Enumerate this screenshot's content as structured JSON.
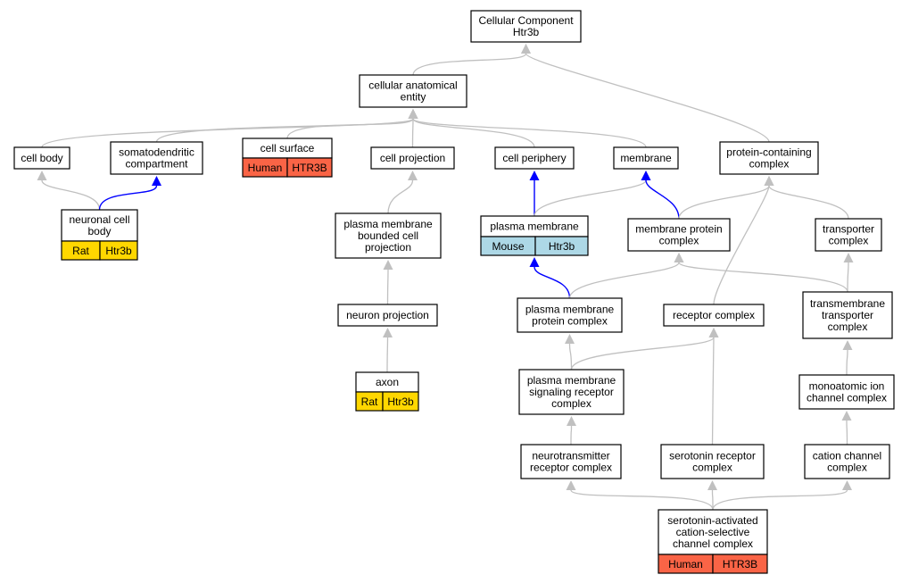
{
  "colors": {
    "human": "#fa6446",
    "rat": "#ffd700",
    "mouse": "#add8e6",
    "edge_default": "#c0c0c0",
    "edge_highlight": "#0000ff"
  },
  "nodes": {
    "root": {
      "lines": [
        "Cellular Component",
        "Htr3b"
      ]
    },
    "cae": {
      "lines": [
        "cellular anatomical",
        "entity"
      ]
    },
    "cellbody": {
      "lines": [
        "cell body"
      ]
    },
    "somato": {
      "lines": [
        "somatodendritic",
        "compartment"
      ]
    },
    "surface": {
      "lines": [
        "cell surface"
      ],
      "annotation": [
        "Human",
        "HTR3B"
      ]
    },
    "cellproj": {
      "lines": [
        "cell projection"
      ]
    },
    "periphery": {
      "lines": [
        "cell periphery"
      ]
    },
    "membrane": {
      "lines": [
        "membrane"
      ]
    },
    "protcont": {
      "lines": [
        "protein-containing",
        "complex"
      ]
    },
    "neuronbody": {
      "lines": [
        "neuronal cell",
        "body"
      ],
      "annotation": [
        "Rat",
        "Htr3b"
      ]
    },
    "pmbcp": {
      "lines": [
        "plasma membrane",
        "bounded cell",
        "projection"
      ]
    },
    "pm": {
      "lines": [
        "plasma membrane"
      ],
      "annotation": [
        "Mouse",
        "Htr3b"
      ]
    },
    "mpc": {
      "lines": [
        "membrane protein",
        "complex"
      ]
    },
    "transporter": {
      "lines": [
        "transporter",
        "complex"
      ]
    },
    "neuronproj": {
      "lines": [
        "neuron projection"
      ]
    },
    "pmpc": {
      "lines": [
        "plasma membrane",
        "protein complex"
      ]
    },
    "receptor": {
      "lines": [
        "receptor complex"
      ]
    },
    "tmtc": {
      "lines": [
        "transmembrane",
        "transporter",
        "complex"
      ]
    },
    "axon": {
      "lines": [
        "axon"
      ],
      "annotation": [
        "Rat",
        "Htr3b"
      ]
    },
    "pmsrc": {
      "lines": [
        "plasma membrane",
        "signaling receptor",
        "complex"
      ]
    },
    "monoion": {
      "lines": [
        "monoatomic ion",
        "channel complex"
      ]
    },
    "neurotrans": {
      "lines": [
        "neurotransmitter",
        "receptor complex"
      ]
    },
    "serorec": {
      "lines": [
        "serotonin receptor",
        "complex"
      ]
    },
    "cation": {
      "lines": [
        "cation channel",
        "complex"
      ]
    },
    "serotonin": {
      "lines": [
        "serotonin-activated",
        "cation-selective",
        "channel complex"
      ],
      "annotation": [
        "Human",
        "HTR3B"
      ]
    }
  },
  "edges": [
    {
      "from": "cae",
      "to": "root",
      "color": "gray"
    },
    {
      "from": "protcont",
      "to": "root",
      "color": "gray"
    },
    {
      "from": "cellbody",
      "to": "cae",
      "color": "gray"
    },
    {
      "from": "somato",
      "to": "cae",
      "color": "gray"
    },
    {
      "from": "surface",
      "to": "cae",
      "color": "gray"
    },
    {
      "from": "cellproj",
      "to": "cae",
      "color": "gray"
    },
    {
      "from": "periphery",
      "to": "cae",
      "color": "gray"
    },
    {
      "from": "membrane",
      "to": "cae",
      "color": "gray"
    },
    {
      "from": "neuronbody",
      "to": "cellbody",
      "color": "gray"
    },
    {
      "from": "neuronbody",
      "to": "somato",
      "color": "blue"
    },
    {
      "from": "pmbcp",
      "to": "cellproj",
      "color": "gray"
    },
    {
      "from": "neuronproj",
      "to": "pmbcp",
      "color": "gray"
    },
    {
      "from": "axon",
      "to": "neuronproj",
      "color": "gray"
    },
    {
      "from": "pm",
      "to": "periphery",
      "color": "blue"
    },
    {
      "from": "pm",
      "to": "membrane",
      "color": "gray"
    },
    {
      "from": "mpc",
      "to": "membrane",
      "color": "blue"
    },
    {
      "from": "mpc",
      "to": "protcont",
      "color": "gray"
    },
    {
      "from": "transporter",
      "to": "protcont",
      "color": "gray"
    },
    {
      "from": "receptor",
      "to": "protcont",
      "color": "gray"
    },
    {
      "from": "pmpc",
      "to": "pm",
      "color": "blue"
    },
    {
      "from": "pmpc",
      "to": "mpc",
      "color": "gray"
    },
    {
      "from": "tmtc",
      "to": "mpc",
      "color": "gray"
    },
    {
      "from": "tmtc",
      "to": "transporter",
      "color": "gray"
    },
    {
      "from": "pmsrc",
      "to": "pmpc",
      "color": "gray"
    },
    {
      "from": "pmsrc",
      "to": "receptor",
      "color": "gray"
    },
    {
      "from": "monoion",
      "to": "tmtc",
      "color": "gray"
    },
    {
      "from": "neurotrans",
      "to": "pmsrc",
      "color": "gray"
    },
    {
      "from": "serorec",
      "to": "receptor",
      "color": "gray"
    },
    {
      "from": "cation",
      "to": "monoion",
      "color": "gray"
    },
    {
      "from": "serotonin",
      "to": "neurotrans",
      "color": "gray"
    },
    {
      "from": "serotonin",
      "to": "serorec",
      "color": "gray"
    },
    {
      "from": "serotonin",
      "to": "cation",
      "color": "gray"
    }
  ]
}
